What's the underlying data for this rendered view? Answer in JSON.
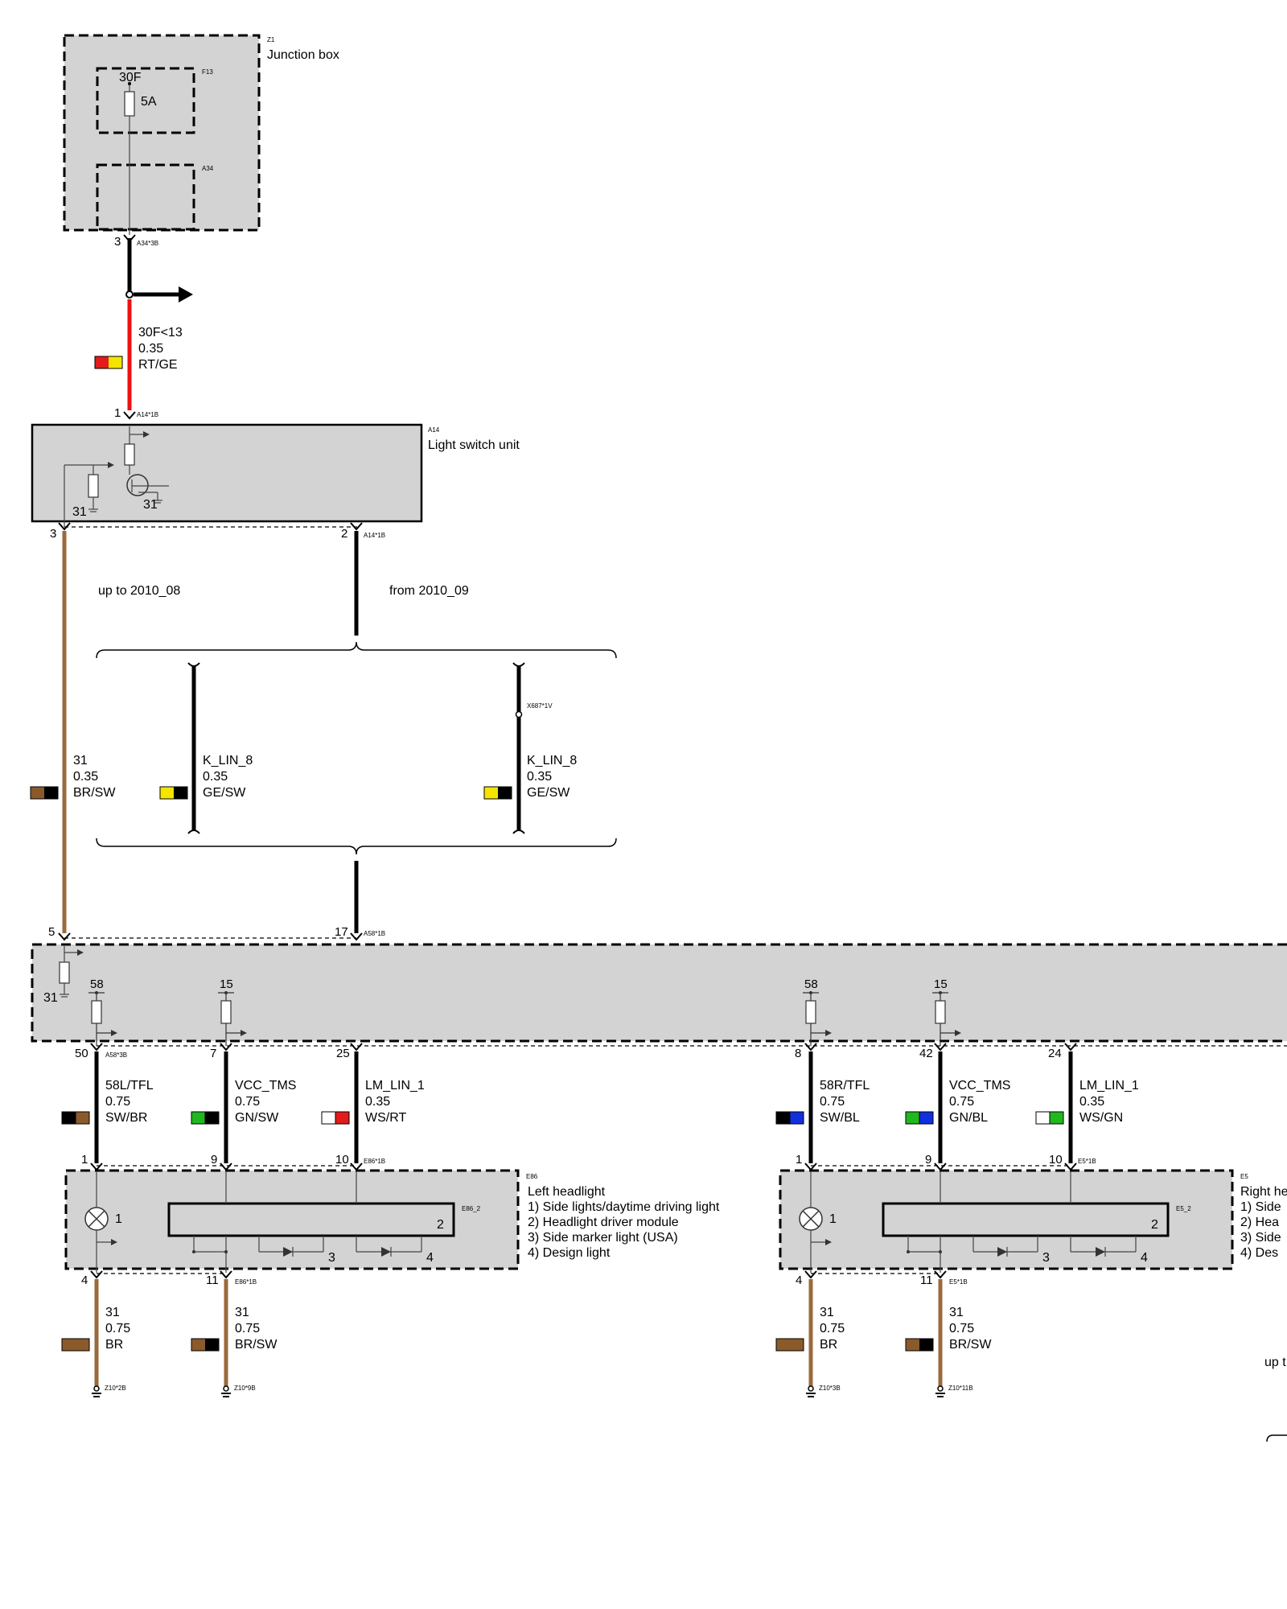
{
  "junction_box": {
    "ref": "Z1",
    "name": "Junction box",
    "fuse_ref": "F13",
    "fuse_terminal": "30F",
    "fuse_rating": "5A",
    "sub_ref": "A34",
    "pin": "3",
    "connector": "A34*3B"
  },
  "wire_a": {
    "circuit": "30F<13",
    "gauge": "0.35",
    "color": "RT/GE",
    "swatch": [
      "#e31b1b",
      "#f5e400"
    ]
  },
  "light_switch": {
    "ref": "A14",
    "name": "Light switch unit",
    "pin_in": "1",
    "pin_in_connector": "A14*1B",
    "ground_label_1": "31",
    "ground_label_2": "31",
    "pin_out_left": "3",
    "pin_out_right": "2",
    "pin_out_connector": "A14*1B"
  },
  "variants": {
    "left_label": "up to 2010_08",
    "right_label": "from 2010_09"
  },
  "wire_left_31": {
    "circuit": "31",
    "gauge": "0.35",
    "color": "BR/SW",
    "swatch": [
      "#8b5a2b",
      "#000000"
    ]
  },
  "wire_klin_a": {
    "circuit": "K_LIN_8",
    "gauge": "0.35",
    "color": "GE/SW",
    "swatch": [
      "#f5e400",
      "#000000"
    ]
  },
  "wire_klin_b": {
    "circuit": "K_LIN_8",
    "gauge": "0.35",
    "color": "GE/SW",
    "connector": "X687*1V",
    "swatch": [
      "#f5e400",
      "#000000"
    ]
  },
  "module_a58": {
    "pin_left": "5",
    "pin_right": "17",
    "pin_right_connector": "A58*1B",
    "ground_label": "31",
    "res_labels": [
      "58",
      "15",
      "58",
      "15"
    ],
    "out_pins_left": [
      "50",
      "7",
      "25"
    ],
    "out_connector_left": "A58*3B",
    "out_pins_right": [
      "8",
      "42",
      "24"
    ]
  },
  "wires_left_out": [
    {
      "circuit": "58L/TFL",
      "gauge": "0.75",
      "color": "SW/BR",
      "swatch": [
        "#000000",
        "#8b5a2b"
      ]
    },
    {
      "circuit": "VCC_TMS",
      "gauge": "0.75",
      "color": "GN/SW",
      "swatch": [
        "#1fb81f",
        "#000000"
      ]
    },
    {
      "circuit": "LM_LIN_1",
      "gauge": "0.35",
      "color": "WS/RT",
      "swatch": [
        "#ffffff",
        "#e31b1b"
      ]
    }
  ],
  "wires_right_out": [
    {
      "circuit": "58R/TFL",
      "gauge": "0.75",
      "color": "SW/BL",
      "swatch": [
        "#000000",
        "#1030e0"
      ]
    },
    {
      "circuit": "VCC_TMS",
      "gauge": "0.75",
      "color": "GN/BL",
      "swatch": [
        "#1fb81f",
        "#1030e0"
      ]
    },
    {
      "circuit": "LM_LIN_1",
      "gauge": "0.35",
      "color": "WS/GN",
      "swatch": [
        "#ffffff",
        "#1fb81f"
      ]
    }
  ],
  "left_headlight": {
    "ref": "E86",
    "name": "Left headlight",
    "inner_ref": "E86_2",
    "pins_in": [
      "1",
      "9",
      "10"
    ],
    "pins_in_connector": "E86*1B",
    "items": [
      "1)   Side lights/daytime driving light",
      "2)   Headlight driver module",
      "3)   Side marker light (USA)",
      "4)   Design light"
    ],
    "comp_labels": [
      "1",
      "2",
      "3",
      "4"
    ],
    "pins_out": [
      "4",
      "11"
    ],
    "pins_out_connector": "E86*1B"
  },
  "right_headlight": {
    "ref": "E5",
    "name": "Right he",
    "inner_ref": "E5_2",
    "pins_in": [
      "1",
      "9",
      "10"
    ],
    "pins_in_connector": "E5*1B",
    "items": [
      "1)   Side",
      "2)   Hea",
      "3)   Side",
      "4)   Des"
    ],
    "comp_labels": [
      "1",
      "2",
      "3",
      "4"
    ],
    "pins_out": [
      "4",
      "11"
    ],
    "pins_out_connector": "E5*1B"
  },
  "ground_wires_left": [
    {
      "circuit": "31",
      "gauge": "0.75",
      "color": "BR",
      "ground": "Z10*2B",
      "swatch": [
        "#8b5a2b",
        "#8b5a2b"
      ]
    },
    {
      "circuit": "31",
      "gauge": "0.75",
      "color": "BR/SW",
      "ground": "Z10*9B",
      "swatch": [
        "#8b5a2b",
        "#000000"
      ]
    }
  ],
  "ground_wires_right": [
    {
      "circuit": "31",
      "gauge": "0.75",
      "color": "BR",
      "ground": "Z10*3B",
      "swatch": [
        "#8b5a2b",
        "#8b5a2b"
      ]
    },
    {
      "circuit": "31",
      "gauge": "0.75",
      "color": "BR/SW",
      "ground": "Z10*11B",
      "swatch": [
        "#8b5a2b",
        "#000000"
      ]
    }
  ],
  "cut_text": "up t"
}
